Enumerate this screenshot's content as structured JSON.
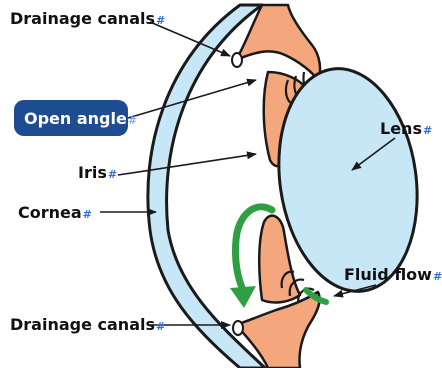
{
  "diagram": {
    "labels": {
      "drainage_top": "Drainage canals",
      "open_angle": "Open angle",
      "lens": "Lens",
      "iris": "Iris",
      "cornea": "Cornea",
      "fluid_flow": "Fluid flow",
      "drainage_bottom": "Drainage canals"
    },
    "link_mark": "#"
  },
  "colors": {
    "tissue": "#f4a77c",
    "lens": "#c8e7f6",
    "cornea": "#c8e7f6",
    "outline": "#1a1a1a",
    "badge": "#1e4c93",
    "flow_arrow": "#2ea043",
    "link_mark": "#2f6fd6"
  }
}
